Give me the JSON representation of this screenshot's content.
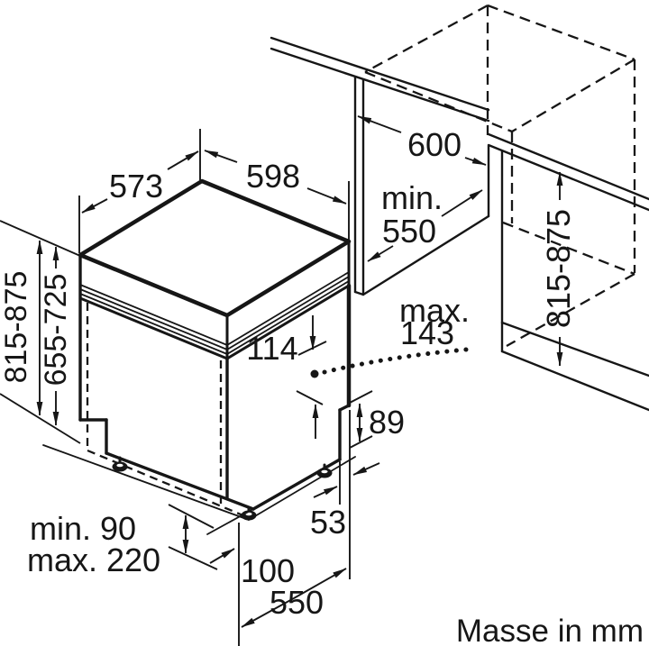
{
  "diagram": {
    "type": "appliance installation drawing (semi-integrated dishwasher, isometric)",
    "footer_note": "Masse in mm",
    "labels": {
      "depth_top": "573",
      "width_top": "598",
      "niche_width": "600",
      "niche_depth_line1": "min.",
      "niche_depth_line2": "550",
      "niche_height_right": "815-875",
      "door_gap_line1": "max.",
      "door_gap_line2": "143",
      "control_panel_height": "114",
      "plinth_step_height": "89",
      "plinth_recess": "53",
      "appliance_height_left": "815-875",
      "front_panel_height": "655-725",
      "plinth_min": "min. 90",
      "plinth_max": "max. 220",
      "base_inset": "100",
      "base_depth": "550"
    },
    "colors": {
      "line": "#161616",
      "background": "#ffffff"
    }
  }
}
